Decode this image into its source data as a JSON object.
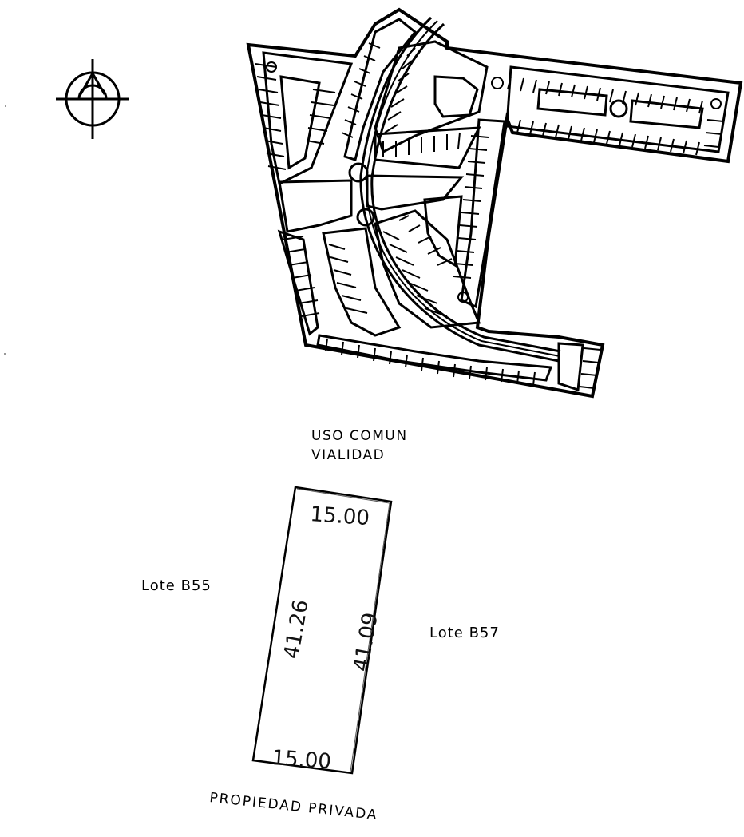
{
  "site_plan": {
    "north_symbol": "north-arrow-icon"
  },
  "lot_detail": {
    "north_label": "USO COMUN",
    "north_label_2": "VIALIDAD",
    "west_label": "Lote B55",
    "east_label": "Lote B57",
    "south_label": "PROPIEDAD PRIVADA",
    "dim_top": "15.00",
    "dim_bottom": "15.00",
    "dim_left": "41.26",
    "dim_right": "41.09"
  },
  "colors": {
    "ink": "#000000",
    "paper": "#ffffff"
  }
}
